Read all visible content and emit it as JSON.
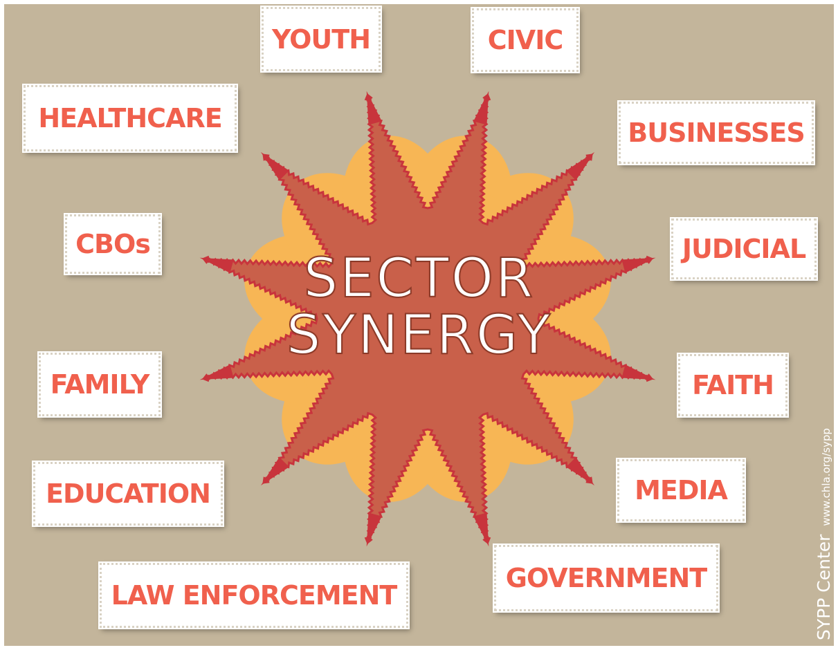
{
  "title": {
    "line1": "SECTOR",
    "line2": "SYNERGY"
  },
  "sectors": {
    "youth": "YOUTH",
    "civic": "CIVIC",
    "healthcare": "HEALTHCARE",
    "businesses": "BUSINESSES",
    "cbos": "CBOs",
    "judicial": "JUDICIAL",
    "family": "FAMILY",
    "faith": "FAITH",
    "education": "EDUCATION",
    "media": "MEDIA",
    "law_enforcement": "LAW ENFORCEMENT",
    "government": "GOVERNMENT"
  },
  "credit": {
    "org": "SYPP Center",
    "url": "www.chla.org/sypp"
  },
  "colors": {
    "background": "#c3b59b",
    "petal": "#f7b655",
    "star": "#c9604a",
    "arrow": "#c8343c",
    "label_text": "#f0604d",
    "label_bg": "#ffffff"
  }
}
